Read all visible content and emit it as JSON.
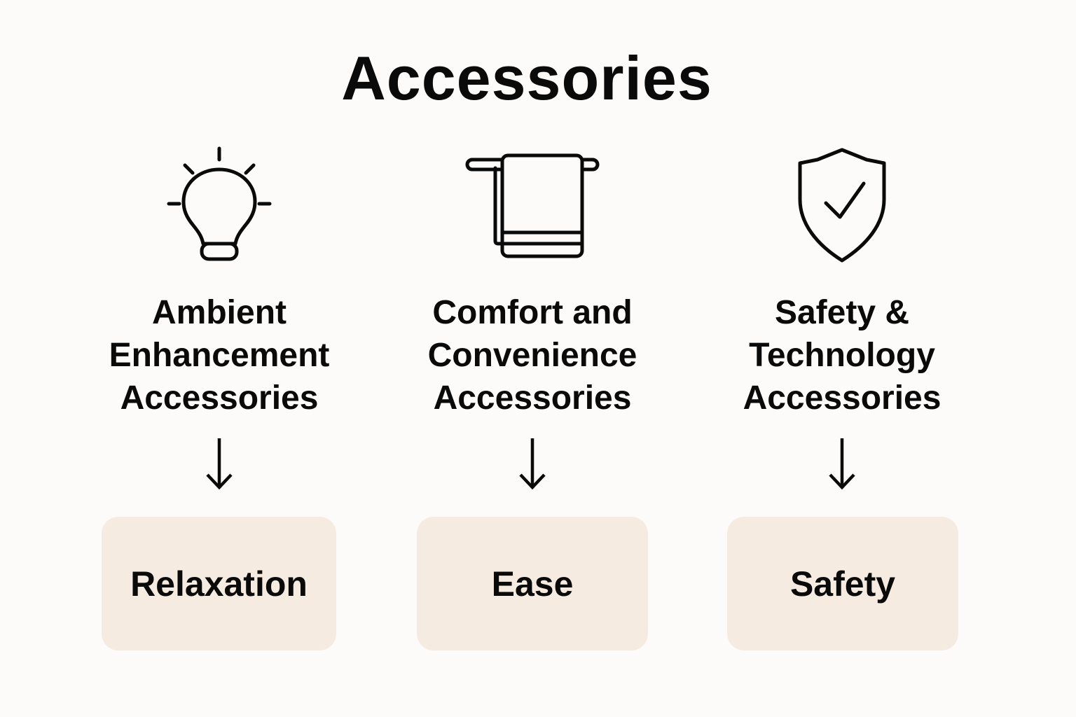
{
  "title": "Accessories",
  "colors": {
    "background": "#fcfbf9",
    "outcome_box": "#f6ebe0",
    "text": "#0a0a0a"
  },
  "categories": [
    {
      "icon": "lightbulb-icon",
      "label_lines": [
        "Ambient",
        "Enhancement",
        "Accessories"
      ],
      "arrow": "arrow-down-icon",
      "outcome": "Relaxation"
    },
    {
      "icon": "towel-icon",
      "label_lines": [
        "Comfort and",
        "Convenience",
        "Accessories"
      ],
      "arrow": "arrow-down-icon",
      "outcome": "Ease"
    },
    {
      "icon": "shield-check-icon",
      "label_lines": [
        "Safety &",
        "Technology",
        "Accessories"
      ],
      "arrow": "arrow-down-icon",
      "outcome": "Safety"
    }
  ]
}
